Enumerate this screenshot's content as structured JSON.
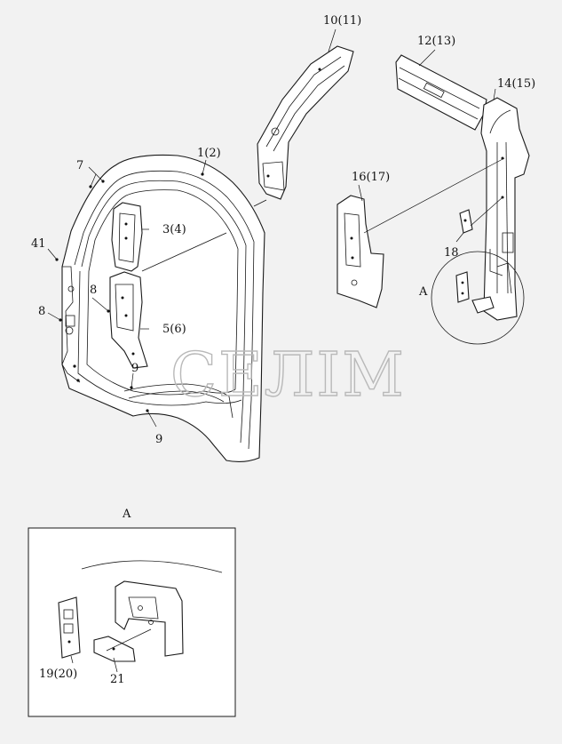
{
  "watermark": "СЕЛІМ",
  "detail_view_label": "A",
  "callouts": [
    {
      "id": "c1",
      "text": "1(2)"
    },
    {
      "id": "c3",
      "text": "3(4)"
    },
    {
      "id": "c5",
      "text": "5(6)"
    },
    {
      "id": "c7",
      "text": "7"
    },
    {
      "id": "c8a",
      "text": "8"
    },
    {
      "id": "c8b",
      "text": "8"
    },
    {
      "id": "c9a",
      "text": "9"
    },
    {
      "id": "c9b",
      "text": "9"
    },
    {
      "id": "c10",
      "text": "10(11)"
    },
    {
      "id": "c12",
      "text": "12(13)"
    },
    {
      "id": "c14",
      "text": "14(15)"
    },
    {
      "id": "c16",
      "text": "16(17)"
    },
    {
      "id": "c18",
      "text": "18"
    },
    {
      "id": "c41",
      "text": "41"
    },
    {
      "id": "cA",
      "text": "A"
    },
    {
      "id": "c19",
      "text": "19(20)"
    },
    {
      "id": "c21",
      "text": "21"
    }
  ],
  "colors": {
    "background": "#f2f2f2",
    "line": "#1a1a1a",
    "part_fill": "#ffffff",
    "watermark": "#b9b9b9"
  }
}
